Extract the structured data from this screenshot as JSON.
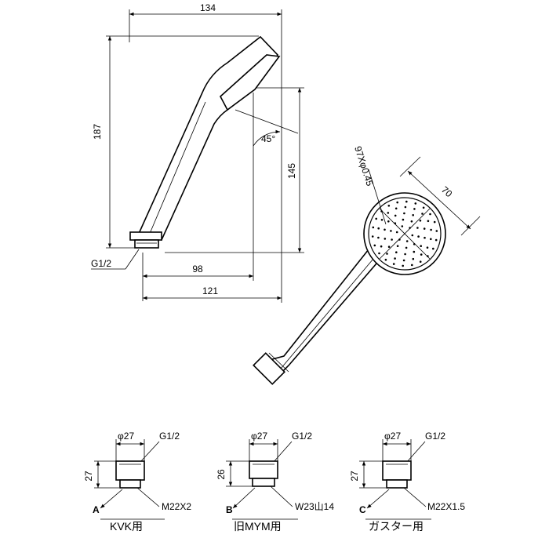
{
  "side_view": {
    "dim_top_width": "134",
    "dim_overall_height": "187",
    "dim_face_height": "145",
    "dim_inner_width": "98",
    "dim_total_width": "121",
    "angle": "45°",
    "connector": "G1/2"
  },
  "front_view": {
    "nozzle_spec": "97Xφ0.45",
    "face_diameter": "70"
  },
  "adapters": [
    {
      "letter": "A",
      "dia": "φ27",
      "thread_top": "G1/2",
      "height": "27",
      "thread_bottom": "M22X2",
      "caption": "KVK用"
    },
    {
      "letter": "B",
      "dia": "φ27",
      "thread_top": "G1/2",
      "height": "26",
      "thread_bottom": "W23山14",
      "caption": "旧MYM用"
    },
    {
      "letter": "C",
      "dia": "φ27",
      "thread_top": "G1/2",
      "height": "27",
      "thread_bottom": "M22X1.5",
      "caption": "ガスター用"
    }
  ]
}
